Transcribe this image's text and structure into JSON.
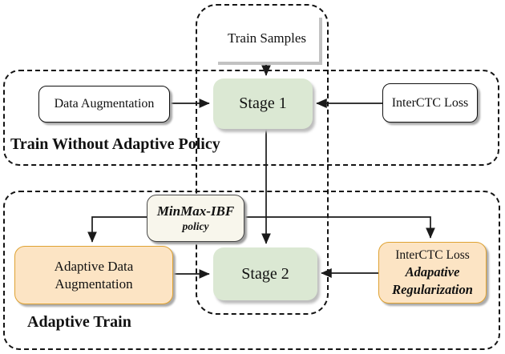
{
  "sections": {
    "train_without_adaptive_policy": {
      "label": "Train Without Adaptive Policy"
    },
    "adaptive_train": {
      "label": "Adaptive Train"
    }
  },
  "nodes": {
    "train_samples": {
      "label": "Train Samples"
    },
    "stage1": {
      "label": "Stage 1"
    },
    "data_augmentation": {
      "label": "Data Augmentation"
    },
    "interctc_loss": {
      "label": "InterCTC Loss"
    },
    "minmax_policy": {
      "line1": "MinMax-IBF",
      "line2": "policy"
    },
    "adaptive_data_augmentation": {
      "line1": "Adaptive Data",
      "line2": "Augmentation"
    },
    "interctc_adaptive_regularization": {
      "line1": "InterCTC Loss",
      "line2": "Adapative",
      "line3": "Regularization"
    },
    "stage2": {
      "label": "Stage 2"
    }
  },
  "edges": [
    "train_samples -> stage1",
    "data_augmentation -> stage1",
    "interctc_loss -> stage1",
    "stage1 -> stage2",
    "minmax_policy -> adaptive_data_augmentation",
    "minmax_policy -> interctc_adaptive_regularization",
    "adaptive_data_augmentation -> stage2",
    "interctc_adaptive_regularization -> stage2"
  ],
  "colors": {
    "stage_fill": "#dbe8d3",
    "adaptive_fill": "#fce4c4",
    "adaptive_border": "#dfa232",
    "policy_fill": "#f8f6ec",
    "policy_border": "#474747",
    "dashed_border": "#141414",
    "connector": "#1a1a1a",
    "background": "#ffffff"
  }
}
